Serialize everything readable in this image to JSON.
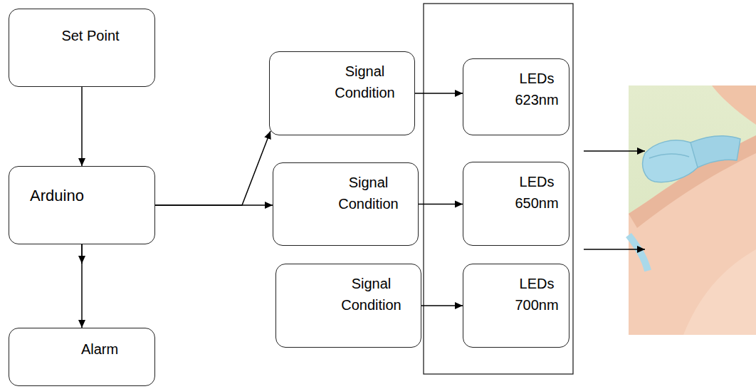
{
  "diagram": {
    "nodes": [
      {
        "text": [
          "Set Point"
        ]
      },
      {
        "text": [
          "Arduino"
        ]
      },
      {
        "text": [
          "Alarm"
        ]
      },
      {
        "text": [
          "Signal Condition"
        ]
      },
      {
        "text": [
          "Signal Condition"
        ]
      },
      {
        "text": [
          "Signal Condition"
        ]
      },
      {
        "text": [
          "LEDs 623nm"
        ]
      },
      {
        "text": [
          "LEDs 650nm"
        ]
      },
      {
        "text": [
          "LEDs 700nm"
        ]
      }
    ],
    "edges": [
      {
        "from": 0,
        "to": 1,
        "arrow": "to"
      },
      {
        "from": 1,
        "to": 2,
        "arrow": "to"
      },
      {
        "from": 1,
        "to": 3,
        "arrow": "to"
      },
      {
        "from": 1,
        "to": 4,
        "arrow": "to"
      },
      {
        "from": 1,
        "to": 5,
        "arrow": "to"
      },
      {
        "from": 3,
        "to": 6,
        "arrow": "to"
      },
      {
        "from": 4,
        "to": 7,
        "arrow": "to"
      },
      {
        "from": 5,
        "to": 8,
        "arrow": "to"
      }
    ]
  }
}
